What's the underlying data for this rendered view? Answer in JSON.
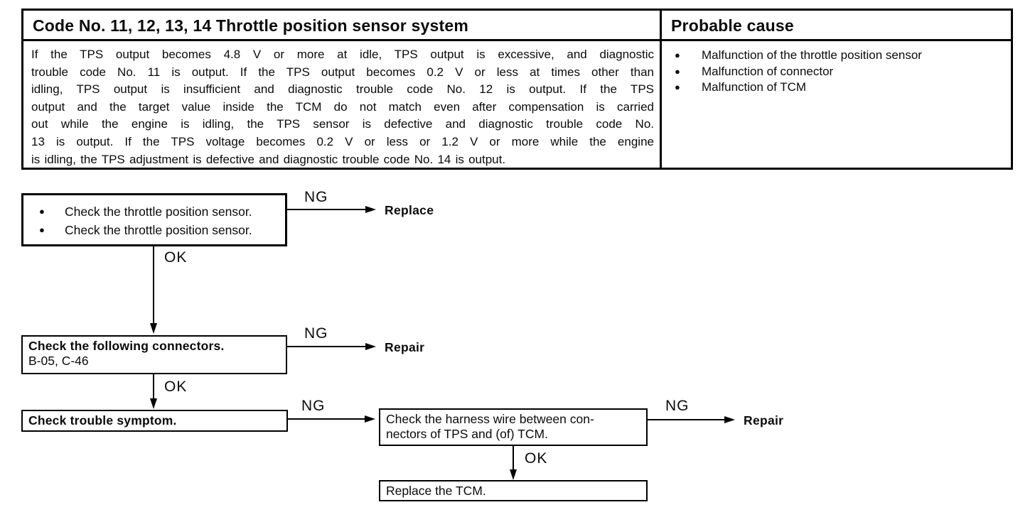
{
  "colors": {
    "ink": "#000000",
    "paper": "#ffffff"
  },
  "table": {
    "header": {
      "left": "Code No. 11, 12, 13, 14 Throttle position sensor system",
      "right": "Probable cause"
    },
    "description_lines": [
      "If the TPS output becomes 4.8 V or more at idle, TPS output is excessive, and diagnostic",
      "trouble code No. 11 is output.  If the TPS output becomes 0.2 V or less at times other than",
      "idling, TPS output is insufficient and diagnostic trouble code No. 12 is output.  If the TPS",
      "output and the target value inside the TCM do not match even after compensation is carried",
      "out while the engine is idling, the TPS sensor is defective and diagnostic trouble code No.",
      "13 is output.  If the TPS voltage becomes 0.2 V or less or 1.2 V or more while the engine",
      "is idling, the TPS adjustment is defective and diagnostic trouble code No. 14 is output."
    ],
    "probable_causes": [
      "Malfunction of the throttle position sensor",
      "Malfunction of connector",
      "Malfunction of TCM"
    ],
    "bullet_glyph": "●"
  },
  "flowchart": {
    "ng_label": "NG",
    "ok_label": "OK",
    "steps": {
      "check_sensor": {
        "items": [
          "Check the throttle position sensor.",
          "Check the throttle position sensor."
        ],
        "ng_action": "Replace"
      },
      "check_connectors": {
        "title": "Check the following connectors.",
        "detail": "B-05, C-46",
        "ng_action": "Repair"
      },
      "check_symptom": {
        "label": "Check trouble symptom."
      },
      "check_harness": {
        "line1": "Check the harness wire between con-",
        "line2": "nectors of TPS and  (of) TCM.",
        "ng_action": "Repair"
      },
      "replace_tcm": {
        "label": "Replace the TCM."
      }
    }
  }
}
